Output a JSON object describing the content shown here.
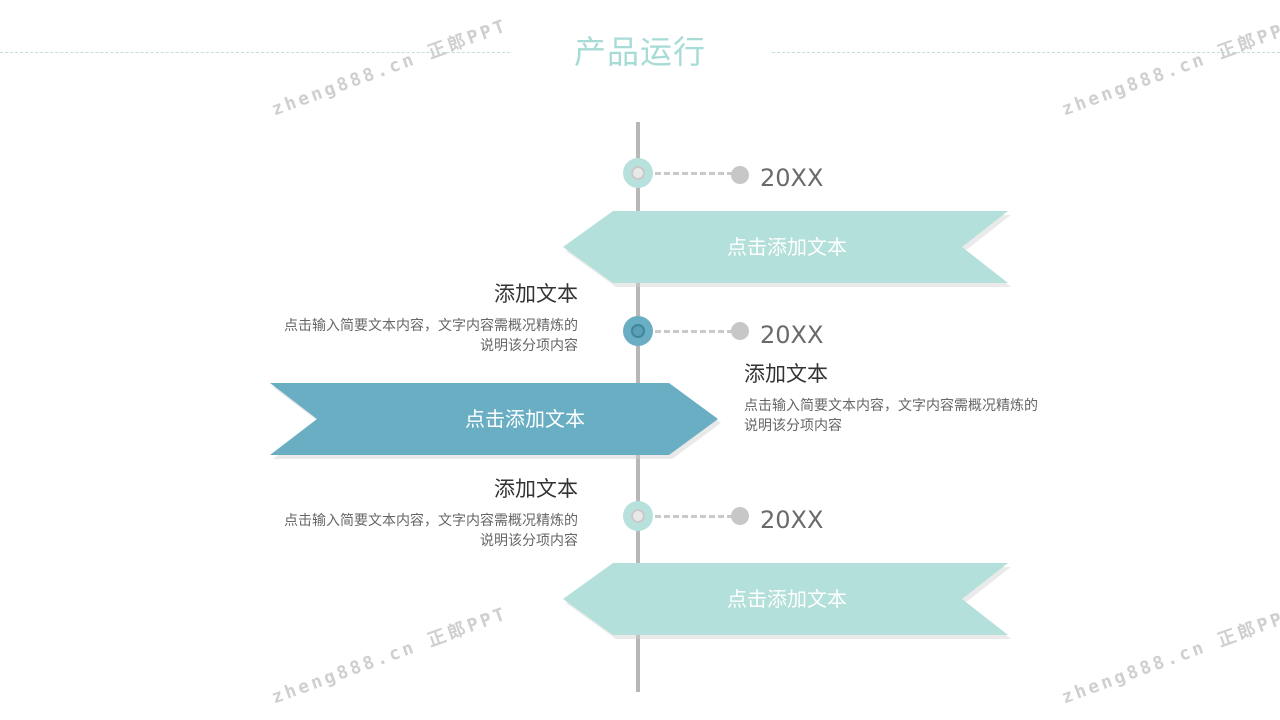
{
  "slide": {
    "title": "产品运行",
    "watermarks": [
      "zheng888.cn 正郎PPT",
      "zheng888.cn 正郎PPT",
      "zheng888.cn 正郎PPT",
      "zheng888.cn 正郎PPT"
    ],
    "colors": {
      "teal_light": "#b3e0db",
      "teal_dark": "#6aaec4",
      "axis": "#b7b7b7",
      "title": "#a7dbd6"
    }
  },
  "timeline": {
    "items": [
      {
        "year": "20XX",
        "banner_label": "点击添加文本",
        "marker_style": "light"
      },
      {
        "year": "20XX",
        "banner_label": "点击添加文本",
        "marker_style": "dark",
        "note_left": {
          "title": "添加文本",
          "body_line1": "点击输入简要文本内容，文字内容需概况精炼的",
          "body_line2": "说明该分项内容"
        },
        "note_right": {
          "title": "添加文本",
          "body_line1": "点击输入简要文本内容，文字内容需概况精炼的",
          "body_line2": "说明该分项内容"
        }
      },
      {
        "year": "20XX",
        "banner_label": "点击添加文本",
        "marker_style": "light",
        "note_left": {
          "title": "添加文本",
          "body_line1": "点击输入简要文本内容，文字内容需概况精炼的",
          "body_line2": "说明该分项内容"
        }
      }
    ]
  }
}
